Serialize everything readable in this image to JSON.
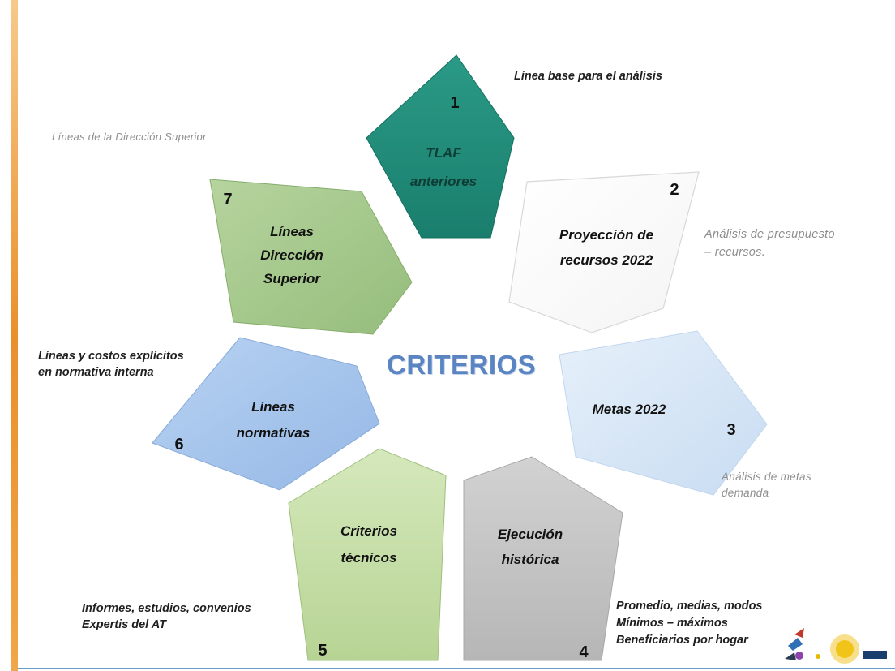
{
  "diagram": {
    "center_title": "CRITERIOS",
    "shapes": [
      {
        "number": "1",
        "lines": [
          "TLAF",
          "anteriores"
        ],
        "fill": "#1f8a78"
      },
      {
        "number": "2",
        "lines": [
          "Proyección de",
          "recursos 2022"
        ],
        "fill": "#ffffff"
      },
      {
        "number": "3",
        "lines": [
          "Metas 2022"
        ],
        "fill": "#d6e6f6"
      },
      {
        "number": "4",
        "lines": [
          "Ejecución",
          "histórica"
        ],
        "fill": "#c4c4c4"
      },
      {
        "number": "5",
        "lines": [
          "Criterios",
          "técnicos"
        ],
        "fill": "#c4dca4"
      },
      {
        "number": "6",
        "lines": [
          "Líneas",
          "normativas"
        ],
        "fill": "#a8c6ec"
      },
      {
        "number": "7",
        "lines": [
          "Líneas",
          "Dirección",
          "Superior"
        ],
        "fill": "#a9cc90"
      }
    ],
    "notes": {
      "n1": "Línea base para el análisis",
      "n7": "Líneas de la Dirección Superior",
      "n2": "Análisis de presupuesto\n– recursos.",
      "n6": "Líneas y costos explícitos\nen normativa interna",
      "n3": "Análisis de metas\ndemanda",
      "n5": "Informes, estudios, convenios\nExpertis del AT",
      "n4": "Promedio, medias, modos\nMínimos – máximos\nBeneficiarios por hogar"
    }
  }
}
